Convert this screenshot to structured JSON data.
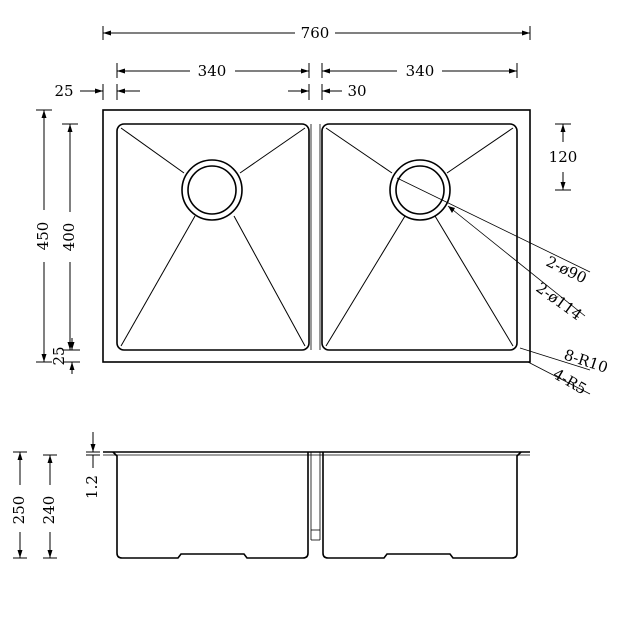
{
  "top_view": {
    "overall_width": "760",
    "left_bowl_width": "340",
    "right_bowl_width": "340",
    "left_margin": "25",
    "divider_width": "30",
    "overall_depth": "450",
    "bowl_depth": "400",
    "bottom_margin": "25",
    "drain_offset": "120",
    "callouts": {
      "drain_hole": "2-ø90",
      "drain_flange": "2-ø114",
      "inner_radius": "8-R10",
      "outer_radius": "4-R5"
    }
  },
  "side_view": {
    "overall_height": "250",
    "bowl_height": "240",
    "flange_thickness": "1.2"
  }
}
